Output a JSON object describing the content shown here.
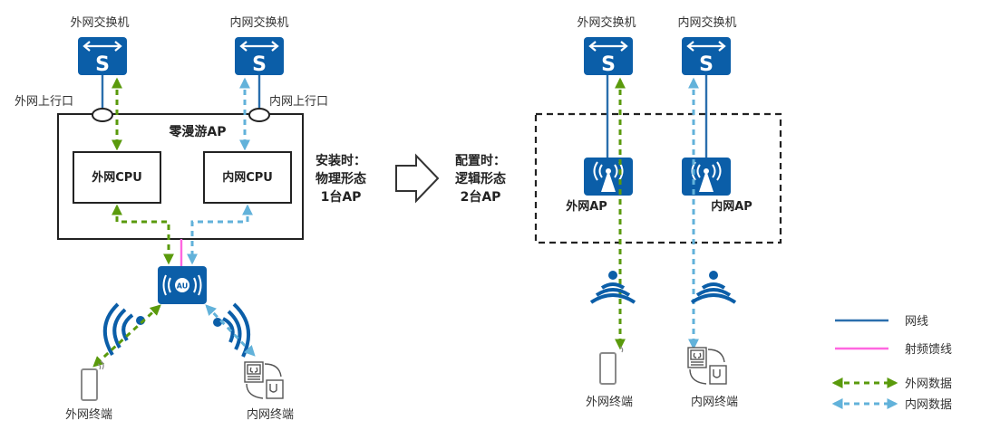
{
  "colors": {
    "device_blue": "#0b5ea8",
    "network_cable": "#2a6ead",
    "rf_feeder": "#ff66e0",
    "external_data": "#5a9a0c",
    "internal_data": "#62b2da",
    "box_stroke": "#222222",
    "text": "#333333"
  },
  "left": {
    "ext_switch_label": "外网交换机",
    "int_switch_label": "内网交换机",
    "ext_uplink_label": "外网上行口",
    "int_uplink_label": "内网上行口",
    "ap_title": "零漫游AP",
    "ext_cpu_label": "外网CPU",
    "int_cpu_label": "内网CPU",
    "au_label": "AU",
    "ext_terminal_label": "外网终端",
    "int_terminal_label": "内网终端"
  },
  "middle": {
    "install_line1": "安装时：",
    "install_line2": "物理形态",
    "install_line3": "1台AP",
    "config_line1": "配置时：",
    "config_line2": "逻辑形态",
    "config_line3": "2台AP"
  },
  "right": {
    "ext_switch_label": "外网交换机",
    "int_switch_label": "内网交换机",
    "ext_ap_label": "外网AP",
    "int_ap_label": "内网AP",
    "ext_terminal_label": "外网终端",
    "int_terminal_label": "内网终端"
  },
  "legend": {
    "items": [
      {
        "label": "网线",
        "style": "solid",
        "color_key": "network_cable"
      },
      {
        "label": "射频馈线",
        "style": "solid",
        "color_key": "rf_feeder"
      },
      {
        "label": "外网数据",
        "style": "dashed-double-arrow",
        "color_key": "external_data"
      },
      {
        "label": "内网数据",
        "style": "dashed-double-arrow",
        "color_key": "internal_data"
      }
    ]
  }
}
